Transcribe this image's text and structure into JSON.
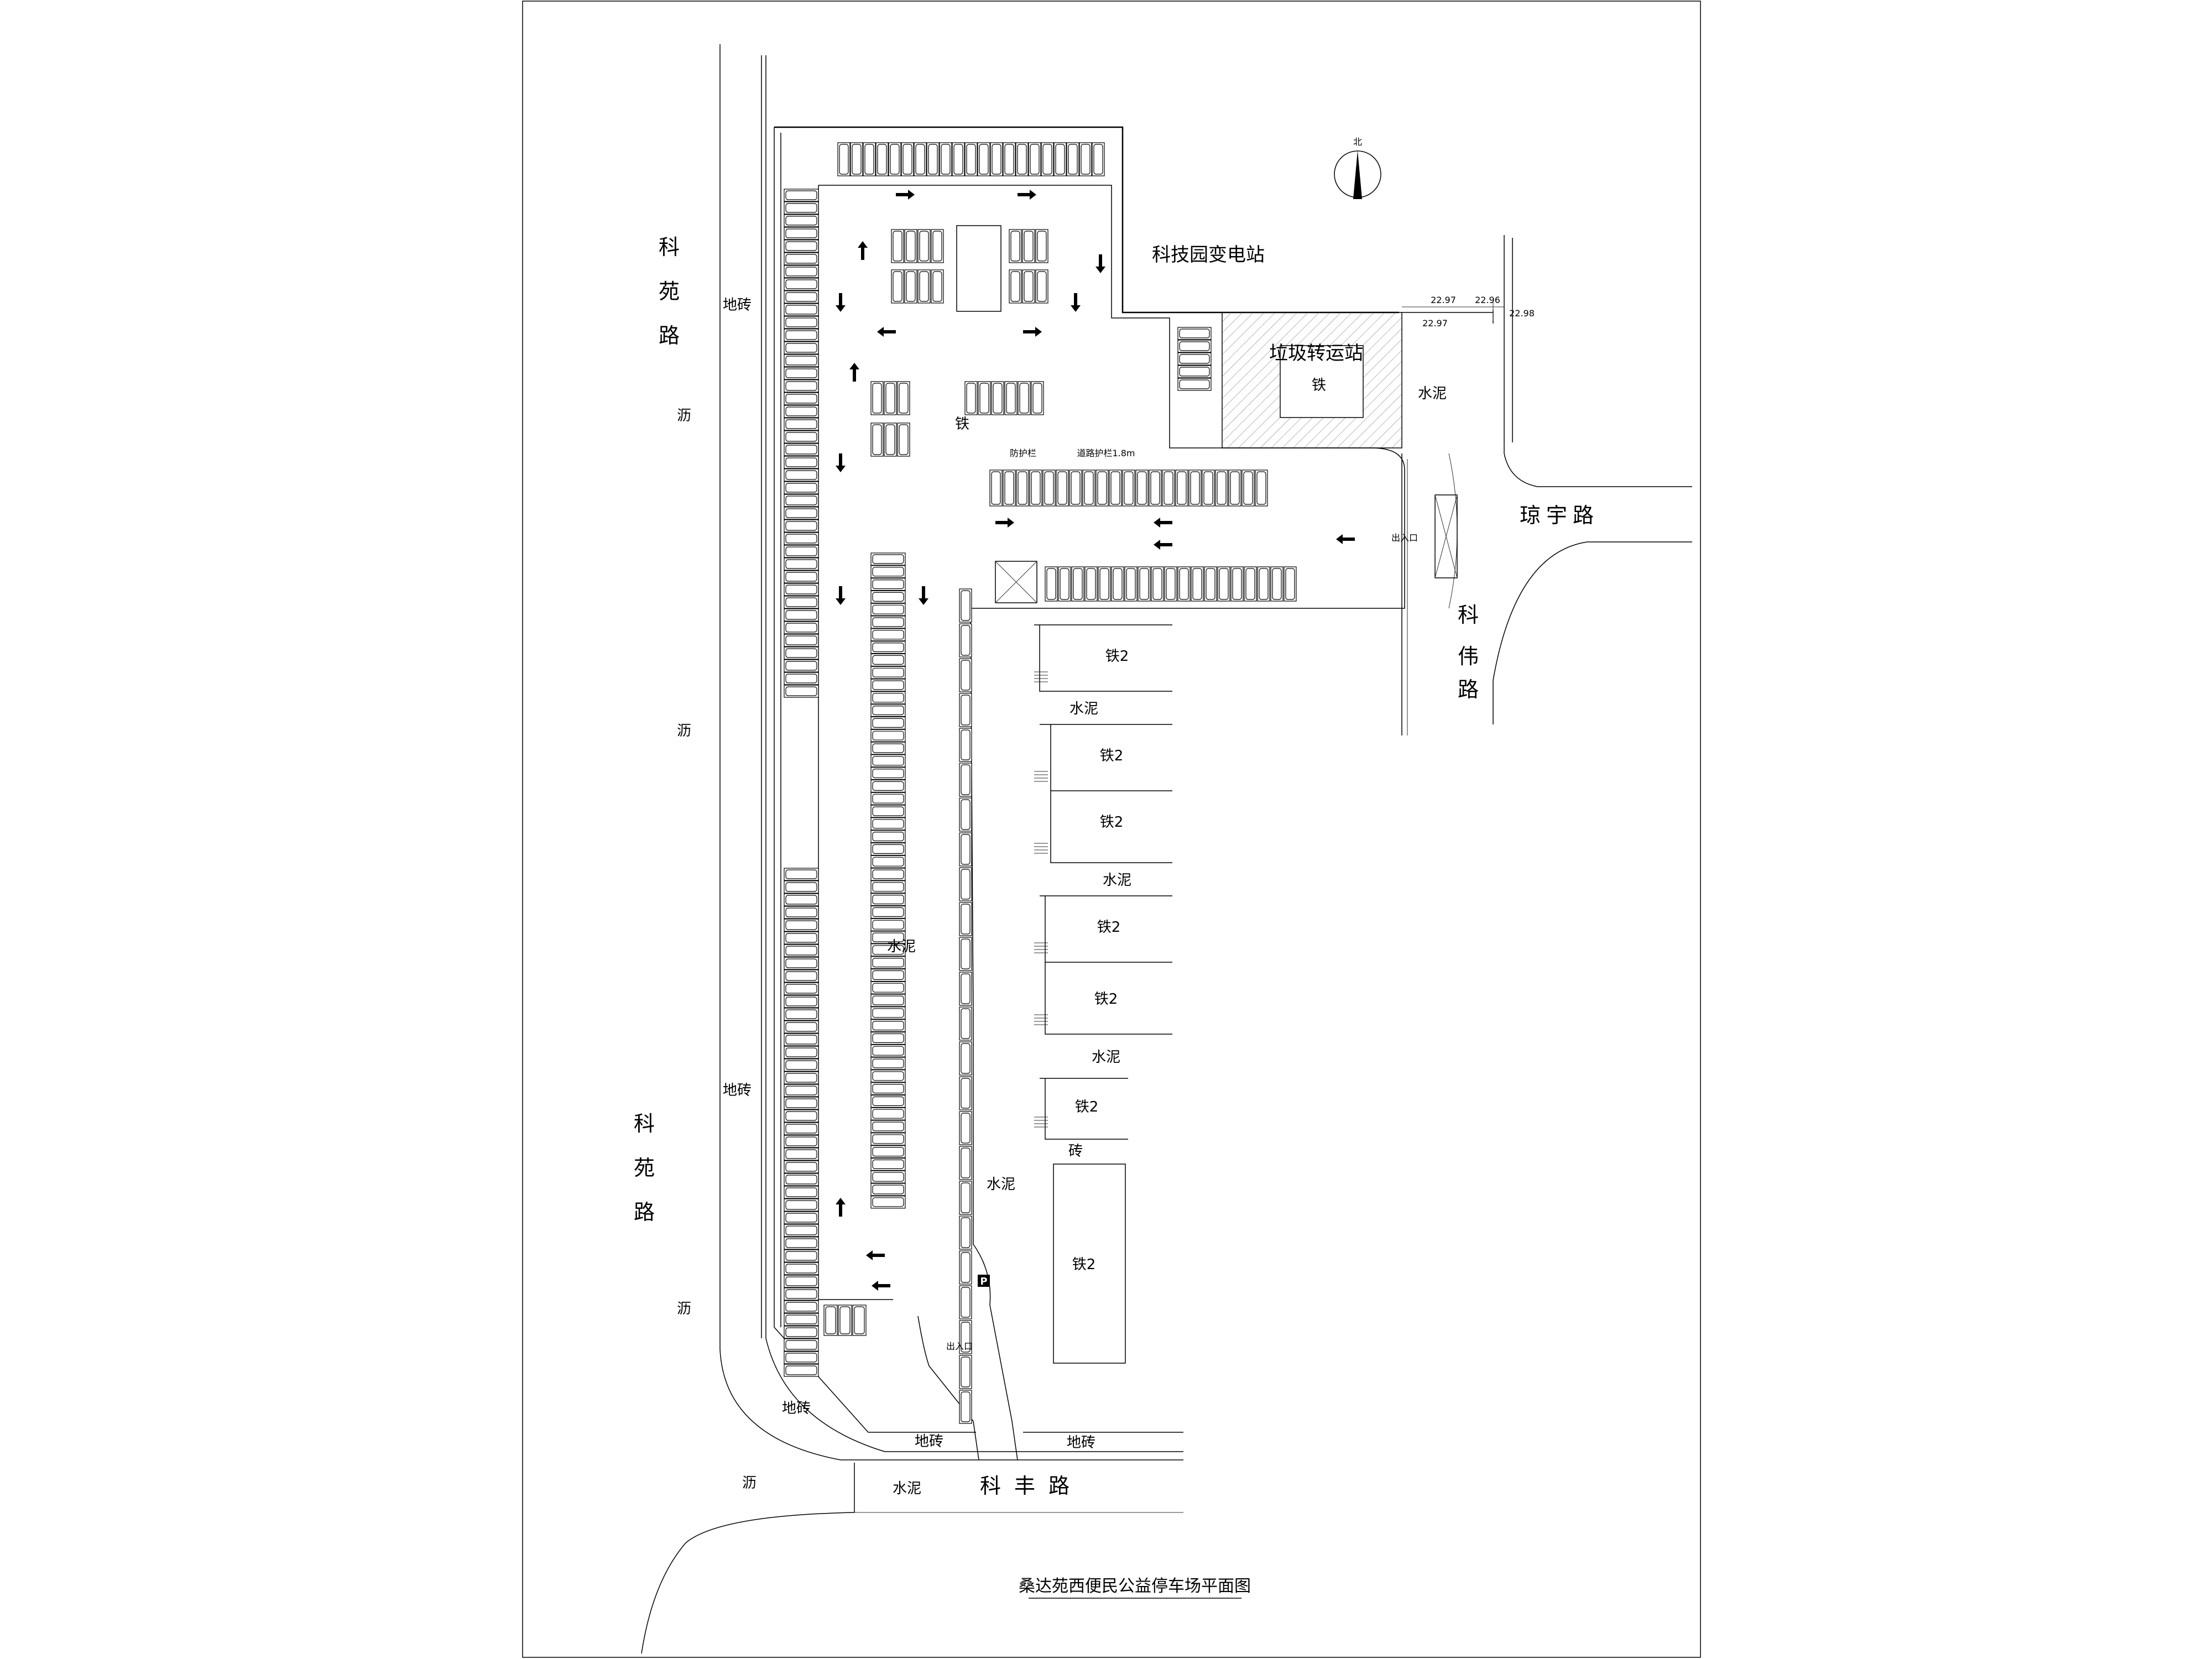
{
  "drawing": {
    "title": "桑达苑西便民公益停车场平面图",
    "north_label": "北",
    "colors": {
      "ink": "#000000",
      "paper": "#ffffff",
      "hatch": "#888888"
    }
  },
  "roads": {
    "keyuan_top": "科苑路",
    "keyuan_bottom": "科苑路",
    "qiongyu": "琼宇路",
    "kewei": "科伟路",
    "kefeng": "科丰路"
  },
  "facilities": {
    "substation": "科技园变电站",
    "garbage_station": "垃圾转运站",
    "garbage_material": "铁"
  },
  "materials": {
    "brick_left_top": "地砖",
    "brick_left_mid": "地砖",
    "brick_bottom_left": "地砖",
    "brick_bottom_mid": "地砖",
    "brick_bottom_right": "地砖",
    "asphalt_1": "沥",
    "asphalt_2": "沥",
    "asphalt_3": "沥",
    "asphalt_4": "沥",
    "cement_bottom": "水泥",
    "cement_east": "水泥",
    "cement_lot": "水泥",
    "cement_lane": "水泥",
    "cement_b1": "水泥",
    "cement_b2": "水泥",
    "cement_b3": "水泥",
    "iron_small": "铁",
    "brick_single": "砖"
  },
  "buildings": [
    {
      "label": "铁2"
    },
    {
      "label": "铁2"
    },
    {
      "label": "铁2"
    },
    {
      "label": "铁2"
    },
    {
      "label": "铁2"
    },
    {
      "label": "铁2"
    },
    {
      "label": "铁2"
    }
  ],
  "elevations": [
    "22.97",
    "22.96",
    "22.97",
    "22.98"
  ],
  "notes": {
    "sidewalk_width": "道路护栏1.8m",
    "guardrail": "防护栏"
  },
  "signs": {
    "parking": "P",
    "entry": "出入口"
  }
}
